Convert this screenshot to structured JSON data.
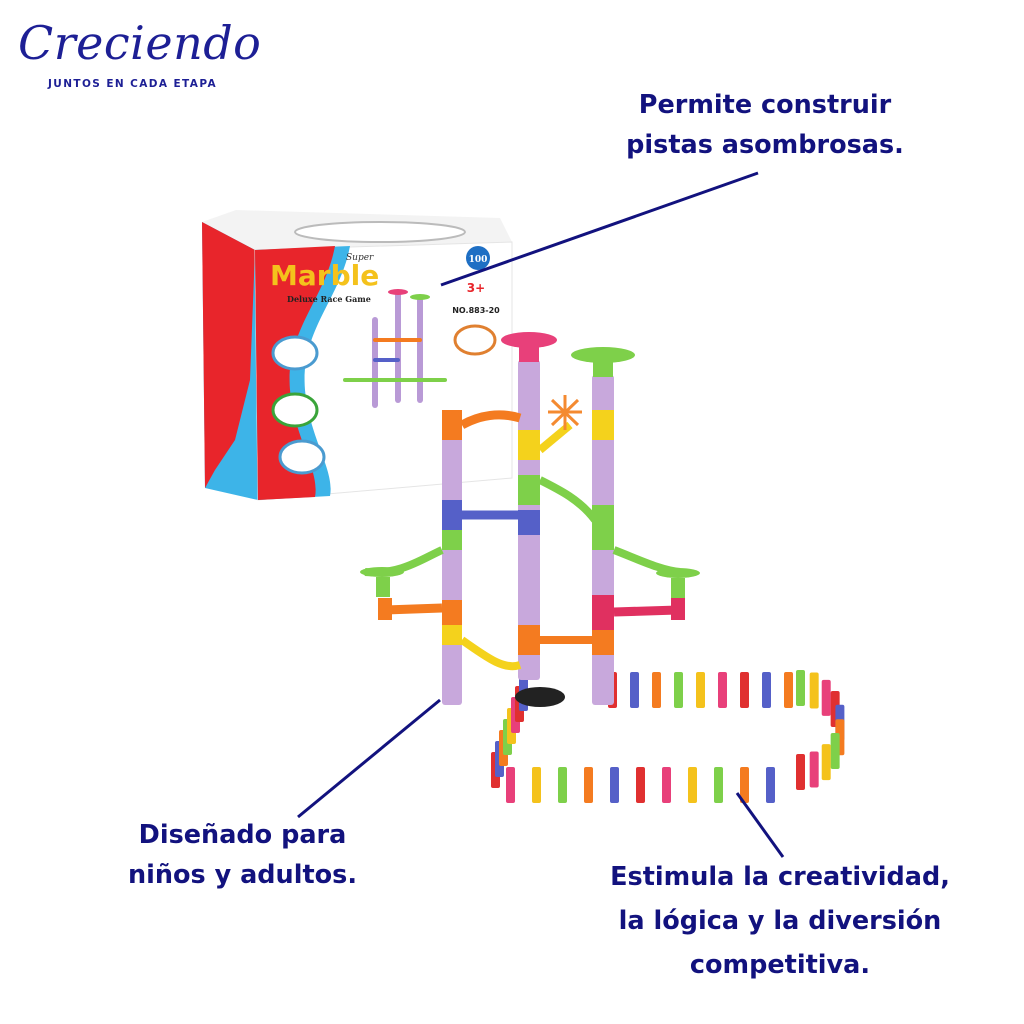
{
  "brand": {
    "name": "Creciendo",
    "tagline": "JUNTOS EN CADA ETAPA",
    "color": "#1d1f95"
  },
  "product": {
    "box_title": "Marble",
    "box_title_super": "Super",
    "box_subtitle": "Deluxe Race Game",
    "piece_count": "100",
    "age": "3+",
    "model_number": "NO.883-20"
  },
  "callouts": [
    {
      "lines": [
        "Permite construir",
        "pistas asombrosas."
      ]
    },
    {
      "lines": [
        "Diseñado para",
        "niños y adultos."
      ]
    },
    {
      "lines": [
        "Estimula la creatividad,",
        "la lógica y la diversión",
        "competitiva."
      ]
    }
  ],
  "colors": {
    "text": "#12127e",
    "connector": "#12127e",
    "box_red": "#e8252b",
    "box_blue": "#3db4e8"
  }
}
